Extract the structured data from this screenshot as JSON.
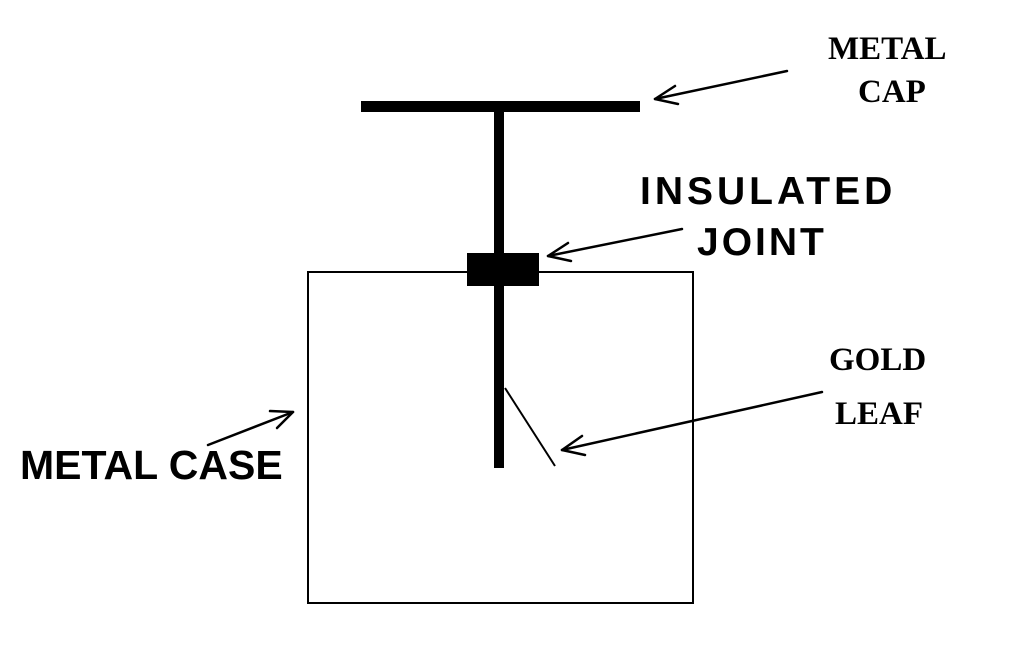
{
  "labels": {
    "metal_cap_line1": "METAL",
    "metal_cap_line2": "CAP",
    "insulated_joint_line1": "INSULATED",
    "insulated_joint_line2": "JOINT",
    "gold_leaf_line1": "GOLD",
    "gold_leaf_line2": "LEAF",
    "metal_case": "METAL CASE"
  },
  "colors": {
    "ink": "#000000",
    "background": "#ffffff"
  }
}
